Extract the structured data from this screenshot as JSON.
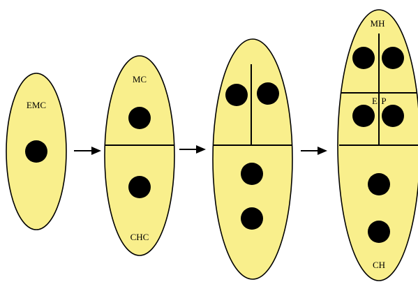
{
  "labels": {
    "emc": "EMC",
    "mc": "MC",
    "chc": "CHC",
    "mh": "MH",
    "e": "E",
    "p": "P",
    "ch": "CH"
  },
  "colors": {
    "cell_fill": "#f9ef8c",
    "outline": "#000000",
    "nucleus": "#000000"
  }
}
